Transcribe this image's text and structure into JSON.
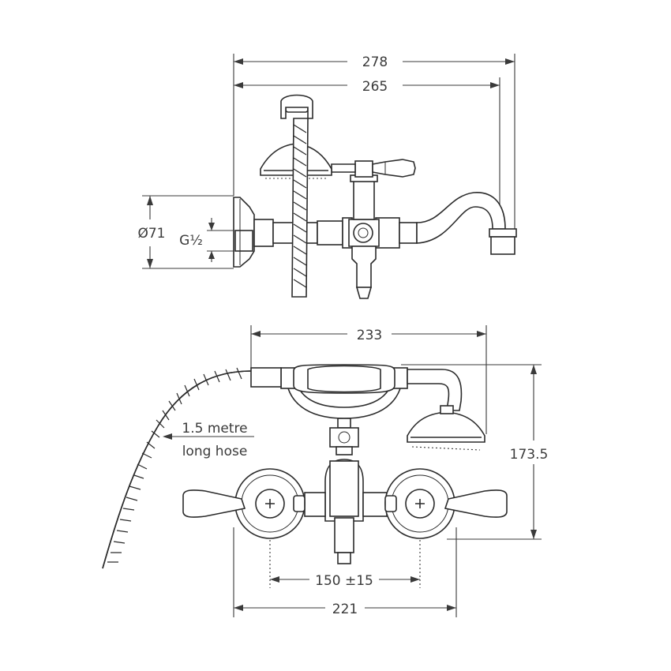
{
  "diagram": {
    "dimensions": {
      "top_overall_width": "278",
      "top_spout_width": "265",
      "flange_diameter": "Ø71",
      "thread_size": "G½",
      "hook_span": "233",
      "height": "173.5",
      "centres": "150 ±15",
      "overall_width": "221"
    },
    "notes": {
      "hose_line1": "1.5 metre",
      "hose_line2": "long hose"
    }
  }
}
